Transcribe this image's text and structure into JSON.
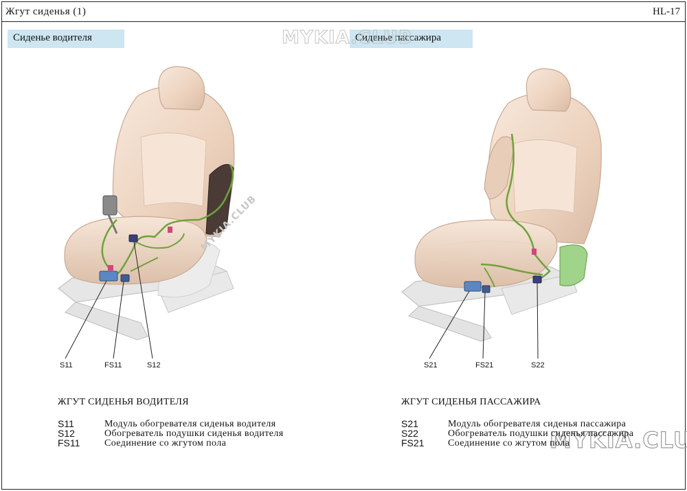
{
  "header": {
    "title": "Жгут  сиденья    (1)",
    "code": "HL-17"
  },
  "watermark": "MYKIA.CLUB",
  "driver": {
    "section_label": "Сиденье   водителя",
    "callouts": [
      "S11",
      "FS11",
      "S12"
    ],
    "subtitle": "ЖГУТ СИДЕНЬЯ  ВОДИТЕЛЯ",
    "legend": [
      {
        "code": "S11",
        "desc": "Модуль обогревателя   сиденья водителя"
      },
      {
        "code": "S12",
        "desc": "Обогреватель   подушки сиденья водителя"
      },
      {
        "code": "FS11",
        "desc": "Соединение   со жгутом пола"
      }
    ]
  },
  "passenger": {
    "section_label": "Сиденье   пассажира",
    "callouts": [
      "S21",
      "FS21",
      "S22"
    ],
    "subtitle": "ЖГУТ СИДЕНЬЯ  ПАССАЖИРА",
    "legend": [
      {
        "code": "S21",
        "desc": "Модуль обогревателя   сиденья  пассажира"
      },
      {
        "code": "S22",
        "desc": "Обогреватель   подушки сиденья пассажира"
      },
      {
        "code": "FS21",
        "desc": "Соединение   со жгутом  пола"
      }
    ]
  },
  "colors": {
    "label_bg": "#cde6f1",
    "seat": "#f2dccb",
    "harness": "#6fa23a",
    "connector": "#5b88c2"
  }
}
